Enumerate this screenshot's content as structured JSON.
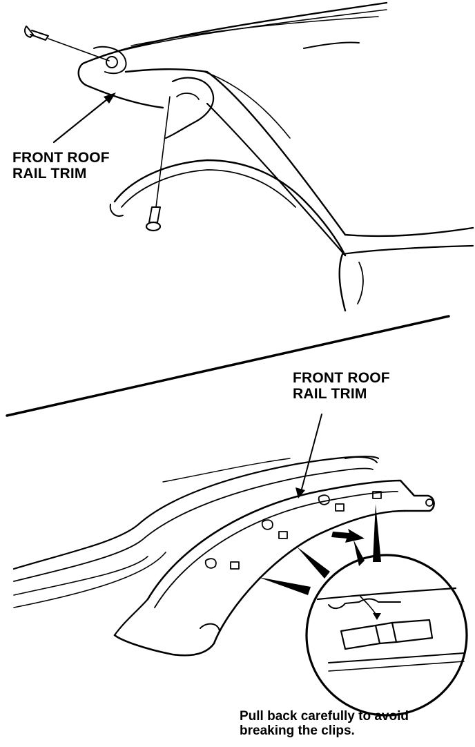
{
  "top_view": {
    "label": "FRONT ROOF\nRAIL TRIM"
  },
  "bottom_view": {
    "label": "FRONT ROOF\nRAIL TRIM"
  },
  "caption": "Pull back carefully to avoid\nbreaking the clips."
}
